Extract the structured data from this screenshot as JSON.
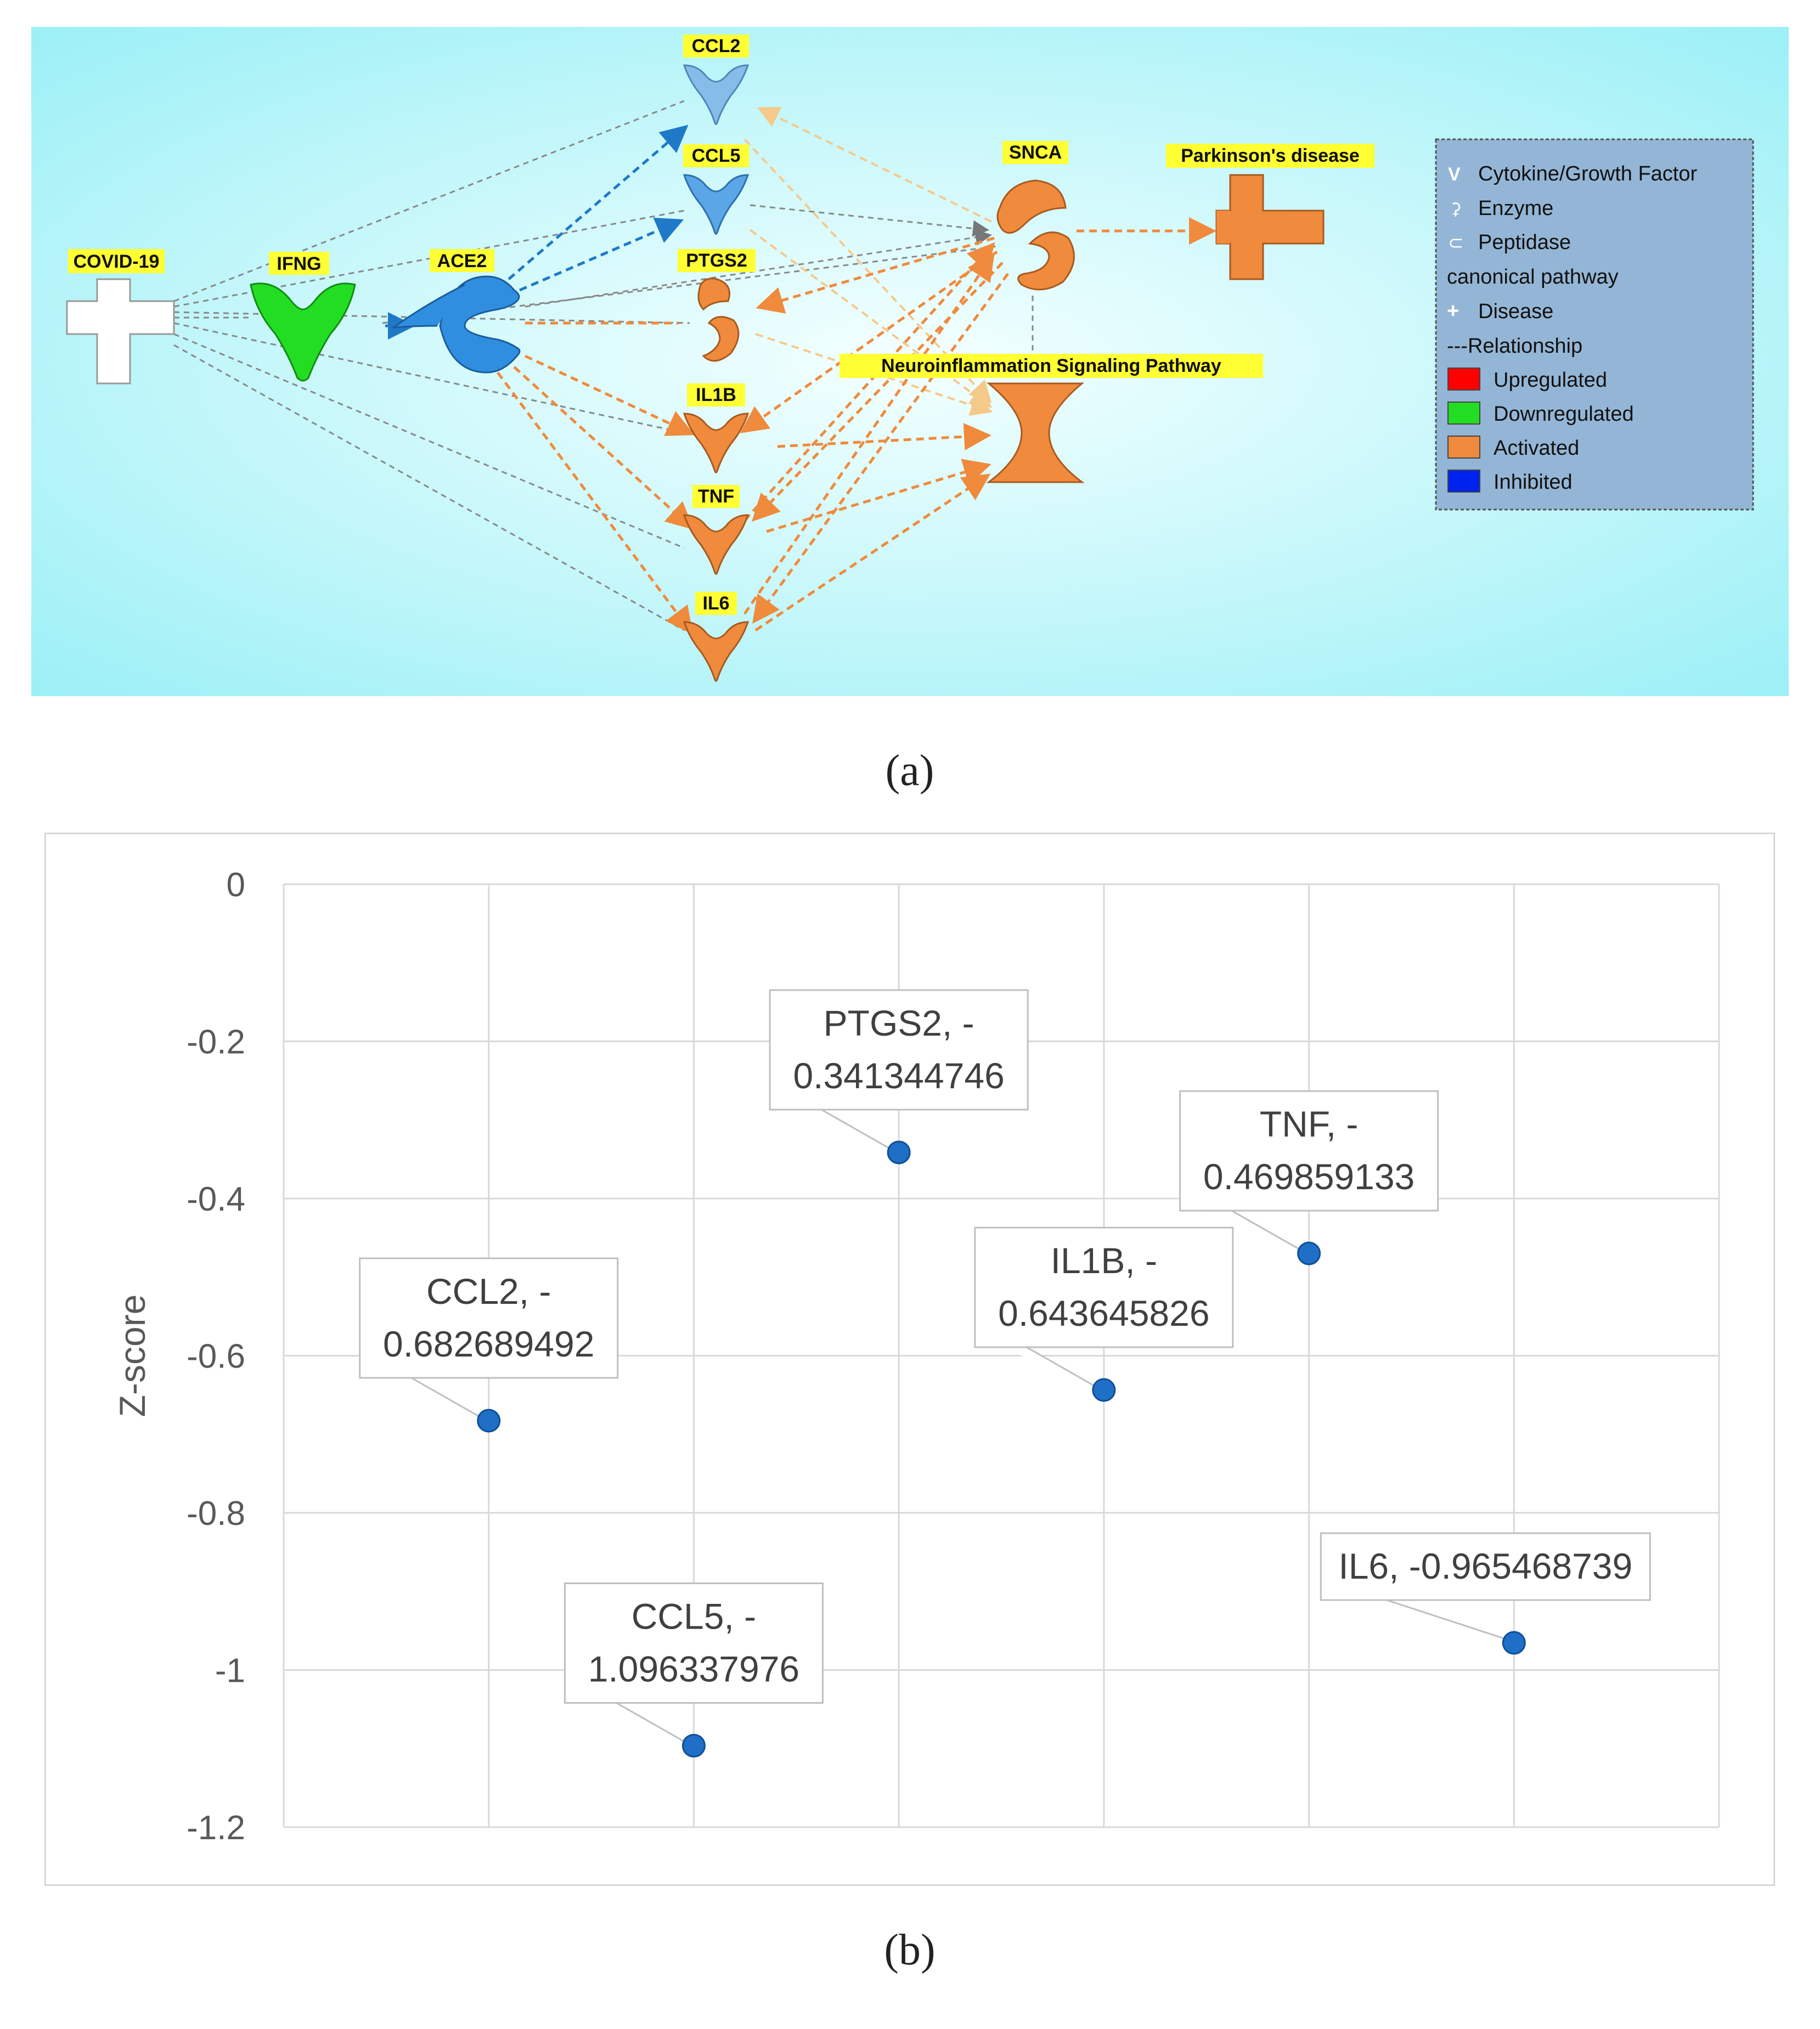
{
  "panel_a": {
    "caption": "(a)",
    "nodes": {
      "covid": "COVID-19",
      "ifng": "IFNG",
      "ace2": "ACE2",
      "ccl2": "CCL2",
      "ccl5": "CCL5",
      "ptgs2": "PTGS2",
      "il1b": "IL1B",
      "tnf": "TNF",
      "il6": "IL6",
      "snca": "SNCA",
      "parkinsons": "Parkinson's disease",
      "neuro": "Neuroinflammation Signaling Pathway"
    },
    "legend": {
      "cytokine": "Cytokine/Growth Factor",
      "enzyme": "Enzyme",
      "peptidase": "Peptidase",
      "canonical": "canonical pathway",
      "disease": "Disease",
      "relationship": "---Relationship",
      "upregulated": "Upregulated",
      "downregulated": "Downregulated",
      "activated": "Activated",
      "inhibited": "Inhibited"
    },
    "colors": {
      "background_top": "#a8f2f7",
      "background_center": "#f4ffff",
      "activated": "#f08a3c",
      "downregulated": "#22dd22",
      "light_blue": "#86bde8",
      "blue": "#2f8ee0",
      "upregulated": "#ff0000",
      "inhibited": "#0022ee",
      "label_bg": "#ffff33",
      "legend_bg": "#94b6d6"
    }
  },
  "panel_b": {
    "caption": "(b)"
  },
  "chart_data": {
    "type": "scatter",
    "ylabel": "Z-score",
    "ylim": [
      -1.2,
      0
    ],
    "yticks": [
      "0",
      "-0.2",
      "-0.4",
      "-0.6",
      "-0.8",
      "-1",
      "-1.2"
    ],
    "xlim": [
      0,
      7
    ],
    "grid": true,
    "points": [
      {
        "x": 1,
        "y": -0.682689492,
        "label": [
          "CCL2, -",
          "0.682689492"
        ]
      },
      {
        "x": 2,
        "y": -1.096337976,
        "label": [
          "CCL5, -",
          "1.096337976"
        ]
      },
      {
        "x": 3,
        "y": -0.341344746,
        "label": [
          "PTGS2, -",
          "0.341344746"
        ]
      },
      {
        "x": 4,
        "y": -0.643645826,
        "label": [
          "IL1B, -",
          "0.643645826"
        ]
      },
      {
        "x": 5,
        "y": -0.469859133,
        "label": [
          "TNF, -",
          "0.469859133"
        ]
      },
      {
        "x": 6,
        "y": -0.965468739,
        "label": [
          "IL6, -0.965468739"
        ]
      }
    ],
    "marker_color": "#1f6fc7"
  }
}
